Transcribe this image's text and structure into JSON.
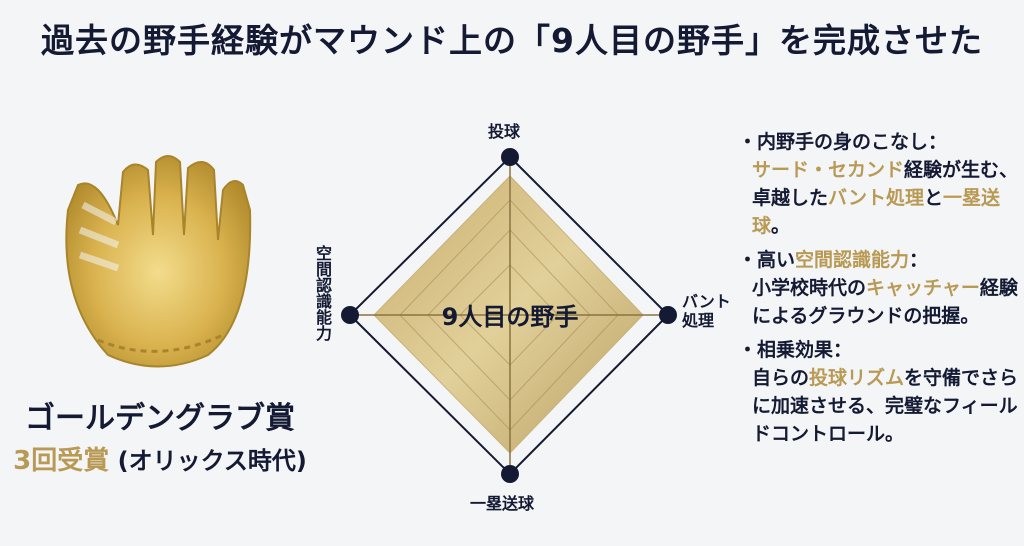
{
  "title": "過去の野手経験がマウンド上の「9人目の野手」を完成させた",
  "award": {
    "name": "ゴールデングラブ賞",
    "count": "3回受賞",
    "era": "(オリックス時代)"
  },
  "radar": {
    "center_label": "9人目の野手",
    "axes": {
      "top": "投球",
      "right_line1": "バント",
      "right_line2": "処理",
      "bottom": "一塁送球",
      "left": "空間認識能力"
    }
  },
  "chart_data": {
    "type": "radar",
    "title": "9人目の野手",
    "categories": [
      "投球",
      "バント処理",
      "一塁送球",
      "空間認識能力"
    ],
    "values": [
      0.88,
      0.88,
      0.88,
      0.88
    ],
    "max": 1.0,
    "fill_color": "#c9b27a",
    "axis_color": "#141a33"
  },
  "bullets": [
    {
      "head": "・内野手の身のこなし：",
      "parts": [
        {
          "t": "サード・セカンド",
          "gold": true
        },
        {
          "t": "経験が生む、卓越した",
          "gold": false
        },
        {
          "t": "バント処理",
          "gold": true
        },
        {
          "t": "と",
          "gold": false
        },
        {
          "t": "一塁送球",
          "gold": true
        },
        {
          "t": "。",
          "gold": false
        }
      ]
    },
    {
      "head_pre": "・高い",
      "head_gold": "空間認識能力",
      "head_post": "：",
      "parts": [
        {
          "t": "小学校時代の",
          "gold": false
        },
        {
          "t": "キャッチャー",
          "gold": true
        },
        {
          "t": "経験によるグラウンドの把握。",
          "gold": false
        }
      ]
    },
    {
      "head": "・相乗効果：",
      "parts": [
        {
          "t": "自らの",
          "gold": false
        },
        {
          "t": "投球リズム",
          "gold": true
        },
        {
          "t": "を守備でさらに加速させる、完璧なフィールドコントロール。",
          "gold": false
        }
      ]
    }
  ],
  "colors": {
    "navy": "#141a33",
    "gold_text": "#b99a55",
    "background": "#f4f5f7"
  }
}
